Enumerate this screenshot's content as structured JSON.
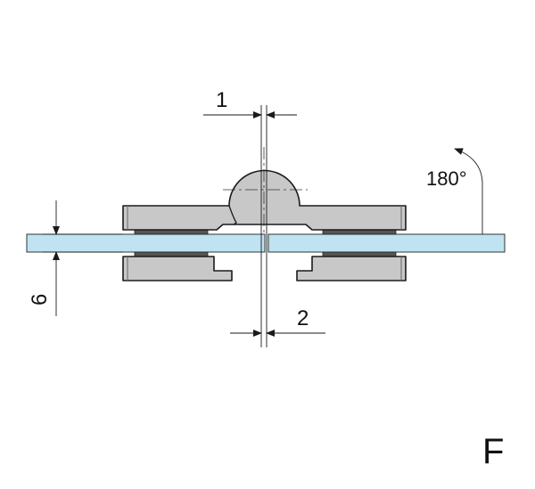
{
  "dimensions": {
    "top_gap": "1",
    "bottom_gap": "2",
    "glass_thickness": "6",
    "rotation": "180°"
  },
  "figure_label": "F",
  "colors": {
    "glass": "#bfe3f0",
    "metal": "#c8c8c8",
    "gasket": "#555555",
    "line": "#1a1a1a"
  }
}
